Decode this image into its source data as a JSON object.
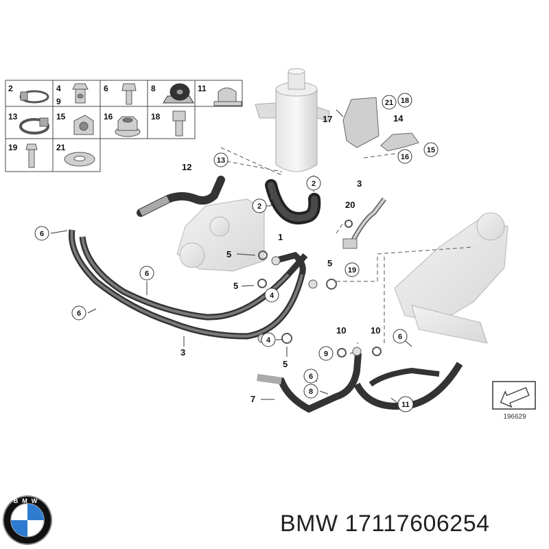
{
  "parts_grid": [
    {
      "row": 0,
      "col": 0,
      "labels": [
        "2"
      ],
      "icon": "hose-clamp-icon"
    },
    {
      "row": 0,
      "col": 1,
      "labels": [
        "4",
        "9"
      ],
      "icon": "banjo-bolt-icon"
    },
    {
      "row": 0,
      "col": 2,
      "labels": [
        "6"
      ],
      "icon": "bolt-icon"
    },
    {
      "row": 0,
      "col": 3,
      "labels": [
        "8"
      ],
      "icon": "rubber-mount-icon"
    },
    {
      "row": 0,
      "col": 4,
      "labels": [
        "11"
      ],
      "icon": "hose-bracket-icon"
    },
    {
      "row": 1,
      "col": 0,
      "labels": [
        "13"
      ],
      "icon": "hose-clamp-icon"
    },
    {
      "row": 1,
      "col": 1,
      "labels": [
        "15"
      ],
      "icon": "clip-nut-icon"
    },
    {
      "row": 1,
      "col": 2,
      "labels": [
        "16"
      ],
      "icon": "hex-collar-nut-icon"
    },
    {
      "row": 1,
      "col": 3,
      "labels": [
        "18"
      ],
      "icon": "socket-screw-icon"
    },
    {
      "row": 2,
      "col": 0,
      "labels": [
        "19"
      ],
      "icon": "screw-icon"
    },
    {
      "row": 2,
      "col": 1,
      "labels": [
        "21"
      ],
      "icon": "washer-icon"
    }
  ],
  "callouts": {
    "plain": [
      "1",
      "3",
      "5",
      "5",
      "5",
      "5",
      "7",
      "10",
      "10",
      "12",
      "14",
      "17",
      "20",
      "3"
    ],
    "circled": [
      "13",
      "2",
      "2",
      "6",
      "6",
      "6",
      "6",
      "4",
      "4",
      "19",
      "9",
      "8",
      "6",
      "11",
      "21",
      "18",
      "16",
      "15"
    ]
  },
  "diagram_number": "196629",
  "brand": {
    "name": "BMW",
    "part_number": "17117606254",
    "logo_letters": "BMW",
    "colors": {
      "blue": "#2f7bd0",
      "ring": "#111111",
      "chrome": "#9a9a9a"
    }
  }
}
